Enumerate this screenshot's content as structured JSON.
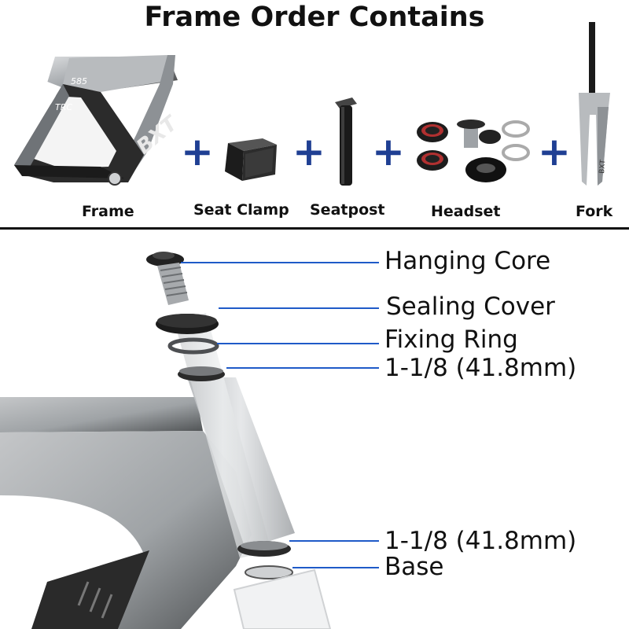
{
  "title": "Frame Order Contains",
  "products": [
    {
      "label": "Frame"
    },
    {
      "label": "Seat Clamp"
    },
    {
      "label": "Seatpost"
    },
    {
      "label": "Headset"
    },
    {
      "label": "Fork"
    }
  ],
  "plus_symbol": "+",
  "frame_graphics": {
    "brand_mark": "BXT",
    "small_mark": "TRC",
    "size_mark": "585",
    "fork_mark": "BXT"
  },
  "callouts": [
    {
      "label": "Hanging Core"
    },
    {
      "label": "Sealing Cover"
    },
    {
      "label": "Fixing Ring"
    },
    {
      "label": "1-1/8 (41.8mm)"
    },
    {
      "label": "1-1/8 (41.8mm)"
    },
    {
      "label": "Base"
    }
  ],
  "colors": {
    "plus_blue": "#1f3f93",
    "leader_line_blue": "#1f5ac8",
    "frame_silver": "#b9bcbf",
    "frame_black": "#1a1a1a"
  }
}
